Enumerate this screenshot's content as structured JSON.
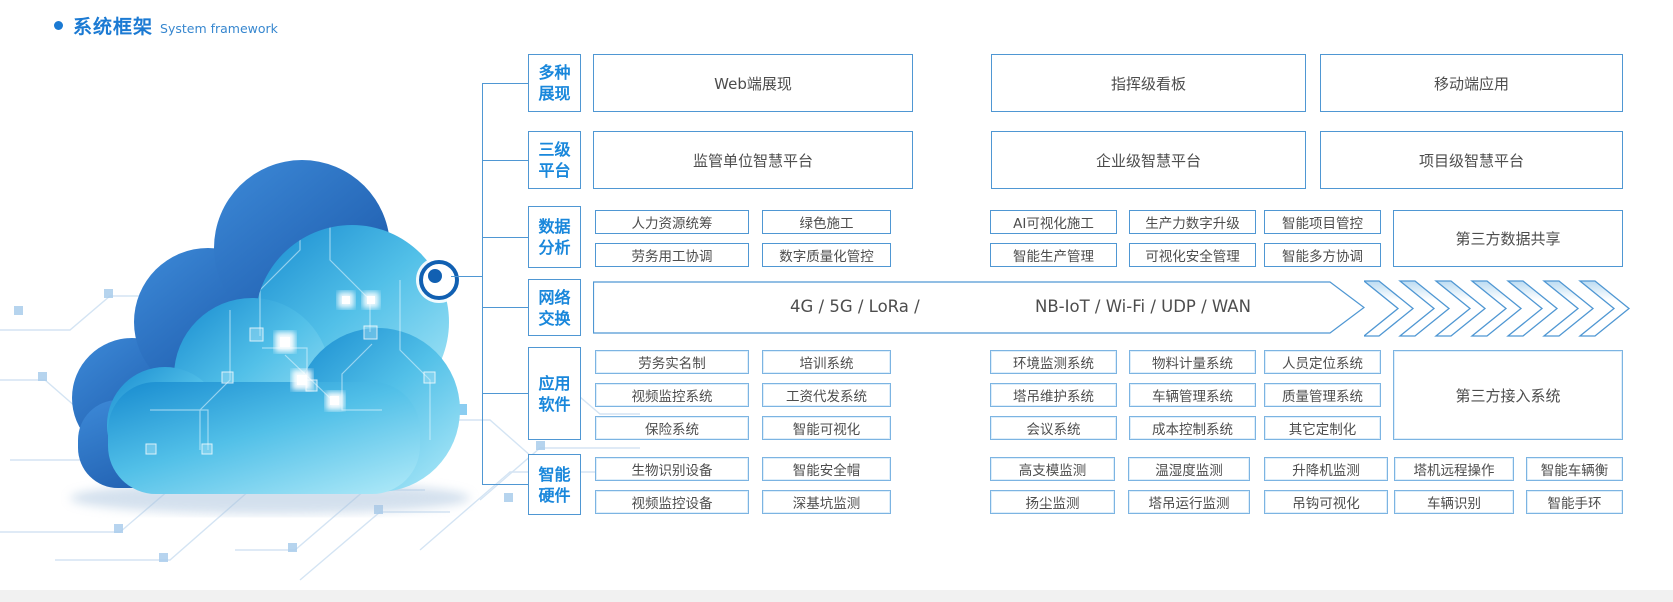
{
  "title": {
    "zh": "系统框架",
    "en": "System framework"
  },
  "categories": [
    {
      "l1": "多种",
      "l2": "展现"
    },
    {
      "l1": "三级",
      "l2": "平台"
    },
    {
      "l1": "数据",
      "l2": "分析"
    },
    {
      "l1": "网络",
      "l2": "交换"
    },
    {
      "l1": "应用",
      "l2": "软件"
    },
    {
      "l1": "智能",
      "l2": "硬件"
    }
  ],
  "display_row": [
    "Web端展现",
    "指挥级看板",
    "移动端应用"
  ],
  "platform_row": [
    "监管单位智慧平台",
    "企业级智慧平台",
    "项目级智慧平台"
  ],
  "data_analysis": {
    "r1": [
      "人力资源统筹",
      "绿色施工",
      "AI可视化施工",
      "生产力数字升级",
      "智能项目管控"
    ],
    "r2": [
      "劳务用工协调",
      "数字质量化管控",
      "智能生产管理",
      "可视化安全管理",
      "智能多方协调"
    ],
    "share": "第三方数据共享"
  },
  "network": {
    "left": "4G / 5G / LoRa /",
    "right": "NB-IoT / Wi-Fi / UDP / WAN",
    "chevron_count": 7
  },
  "applications": {
    "r1": [
      "劳务实名制",
      "培训系统",
      "环境监测系统",
      "物料计量系统",
      "人员定位系统"
    ],
    "r2": [
      "视频监控系统",
      "工资代发系统",
      "塔吊维护系统",
      "车辆管理系统",
      "质量管理系统"
    ],
    "r3": [
      "保险系统",
      "智能可视化",
      "会议系统",
      "成本控制系统",
      "其它定制化"
    ],
    "third_party": "第三方接入系统"
  },
  "hardware": {
    "r1": [
      "生物识别设备",
      "智能安全帽",
      "高支模监测",
      "温湿度监测",
      "升降机监测",
      "塔机远程操作",
      "智能车辆衡"
    ],
    "r2": [
      "视频监控设备",
      "深基坑监测",
      "扬尘监测",
      "塔吊运行监测",
      "吊钩可视化",
      "车辆识别",
      "智能手环"
    ]
  },
  "colors": {
    "accent": "#1b7ad3",
    "box_border": "#4f97d3",
    "box_border_light": "#7cb4e2",
    "box_text": "#4d4d4d",
    "node": "#1160b2"
  }
}
